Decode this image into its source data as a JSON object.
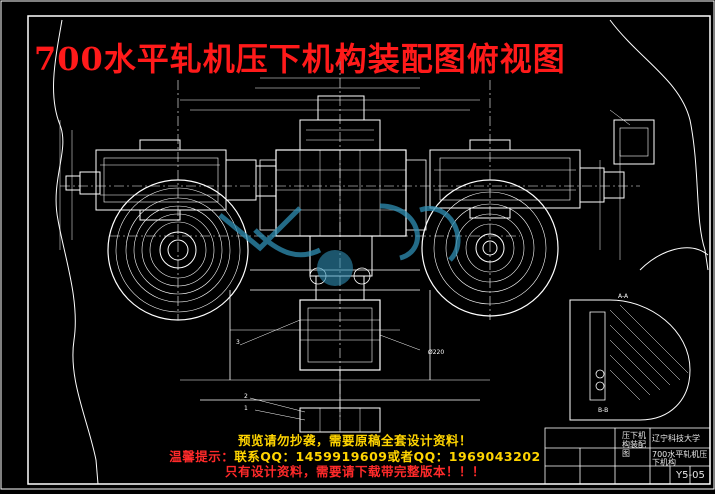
{
  "title": "700水平轧机压下机构装配图俯视图",
  "watermark": {
    "line1": "预览请勿抄袭，需要原稿全套设计资料！",
    "line2_label": "温馨提示：",
    "line2_contact": "联系QQ：1459919609或者QQ：1969043202",
    "line3": "只有设计资料，需要请下载带完整版本！！！"
  },
  "title_block": {
    "cell_name": "压下机构装配图",
    "cell_school": "辽宁科技大学",
    "cell_product": "700水平轧机压下机构",
    "drawing_no": "Y5-05"
  },
  "part_labels": [
    "3",
    "2",
    "1",
    "A-A",
    "B-B",
    "Ø220"
  ],
  "colors": {
    "background": "#000000",
    "linework": "#ffffff",
    "title_red": "#ff1a1a",
    "watermark_yellow": "#ffd400",
    "watermark_blue": "#2f8fb4"
  }
}
